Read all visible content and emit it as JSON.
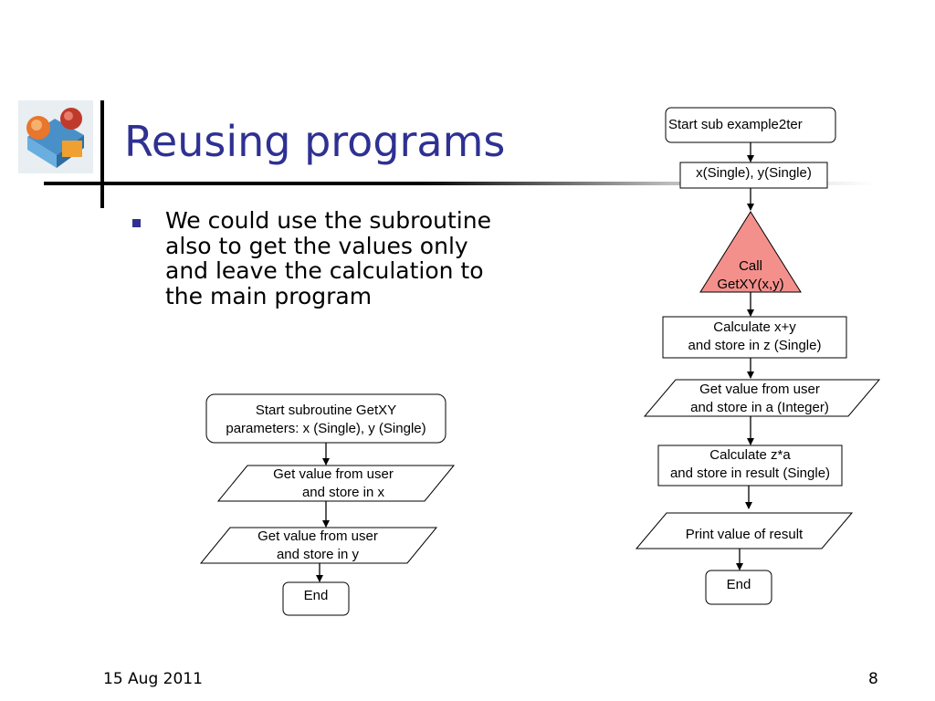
{
  "slide": {
    "title": "Reusing programs",
    "bullet": "We could use the subroutine also to get the values only and leave the calculation to the main program",
    "footer_date": "15 Aug 2011",
    "page_number": "8"
  },
  "left_flowchart": {
    "start_line1": "Start subroutine GetXY",
    "start_line2": "parameters: x (Single), y (Single)",
    "input_x_line1": "Get value from user",
    "input_x_line2": "and store in x",
    "input_y_line1": "Get value from user",
    "input_y_line2": "and store in y",
    "end": "End"
  },
  "right_flowchart": {
    "start": "Start sub example2ter",
    "decl": "x(Single), y(Single)",
    "call_line1": "Call",
    "call_line2": "GetXY(x,y)",
    "calc1_line1": "Calculate x+y",
    "calc1_line2": "and store in z (Single)",
    "input_a_line1": "Get value from user",
    "input_a_line2": "and store in a (Integer)",
    "calc2_line1": "Calculate z*a",
    "calc2_line2": "and store in result (Single)",
    "print": "Print value of result",
    "end": "End"
  },
  "colors": {
    "title": "#2e3192",
    "call_fill": "#f4908c"
  }
}
